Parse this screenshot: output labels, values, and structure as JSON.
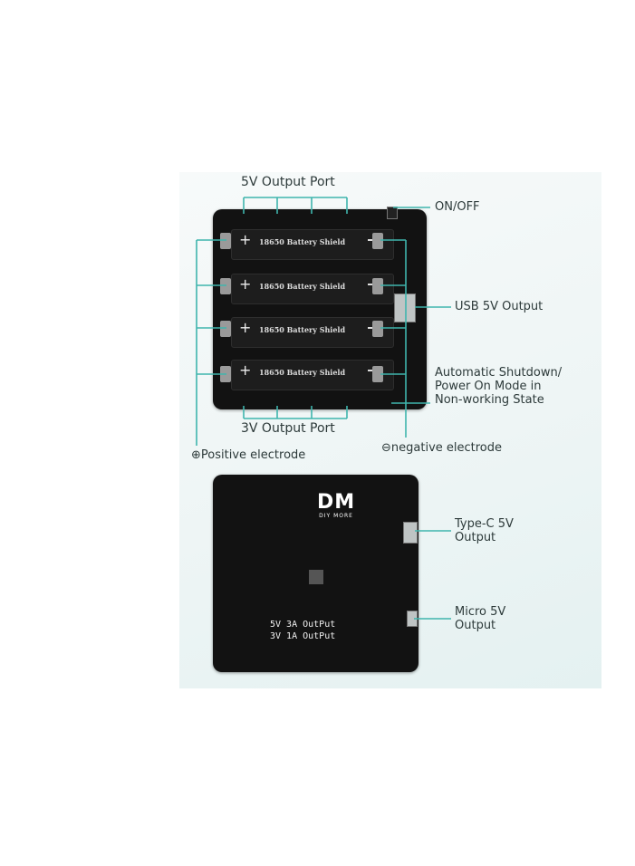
{
  "labels": {
    "port_5v": "5V Output Port",
    "port_3v": "3V Output Port",
    "on_off": "ON/OFF",
    "usb_output": "USB 5V Output",
    "auto_shutdown": "Automatic Shutdown/ Power On Mode in Non-working State",
    "auto_shutdown_lines": [
      "Automatic Shutdown/",
      "Power On Mode in",
      "Non-working State"
    ],
    "positive": "Positive electrode",
    "negative": "negative electrode",
    "type_c": [
      "Type-C 5V",
      "Output"
    ],
    "micro": [
      "Micro 5V",
      "Output"
    ]
  },
  "icons": {
    "positive": "⊕",
    "negative": "⊖"
  },
  "board_front": {
    "cells": [
      "18650   Battery   Shield",
      "18650   Battery   Shield",
      "18650   Battery   Shield",
      "18650   Battery   Shield"
    ]
  },
  "board_back": {
    "logo": "DM",
    "logo_sub": "DIY MORE",
    "silk_lines": [
      "5V 3A OutPut",
      "3V 1A OutPut"
    ]
  },
  "colors": {
    "accent": "#3fb5ad",
    "board": "#121212",
    "text": "#2d3a3a"
  }
}
